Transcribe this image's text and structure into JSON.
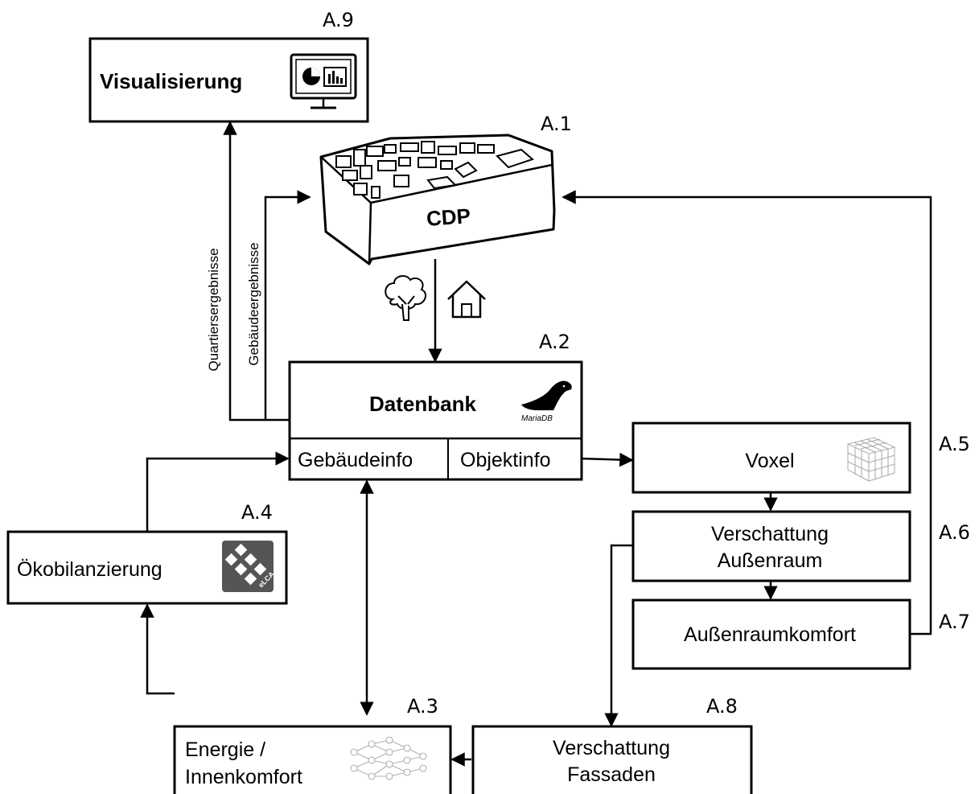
{
  "tags": {
    "a1": "A.1",
    "a2": "A.2",
    "a3": "A.3",
    "a4": "A.4",
    "a5": "A.5",
    "a6": "A.6",
    "a7": "A.7",
    "a8": "A.8",
    "a9": "A.9"
  },
  "nodes": {
    "visualisierung": "Visualisierung",
    "cdp": "CDP",
    "datenbank": "Datenbank",
    "mariadb_logo": "MariaDB",
    "gebaeudeinfo": "Gebäudeinfo",
    "objektinfo": "Objektinfo",
    "voxel": "Voxel",
    "verschattung_aussenraum_line1": "Verschattung",
    "verschattung_aussenraum_line2": "Außenraum",
    "aussenraumkomfort": "Außenraumkomfort",
    "oekobilanzierung": "Ökobilanzierung",
    "elca_logo": "eLCA",
    "energie_line1": "Energie /",
    "energie_line2": "Innenkomfort",
    "verschattung_fassaden_line1": "Verschattung",
    "verschattung_fassaden_line2": "Fassaden"
  },
  "edge_labels": {
    "quartiersergebnisse": "Quartiersergebnisse",
    "gebaeudeergebnisse": "Gebäudeergebnisse"
  },
  "icons": [
    "monitor-chart-icon",
    "city-model-icon",
    "tree-icon",
    "house-icon",
    "seal-icon",
    "voxel-cube-icon",
    "elca-icon",
    "neural-network-icon"
  ]
}
